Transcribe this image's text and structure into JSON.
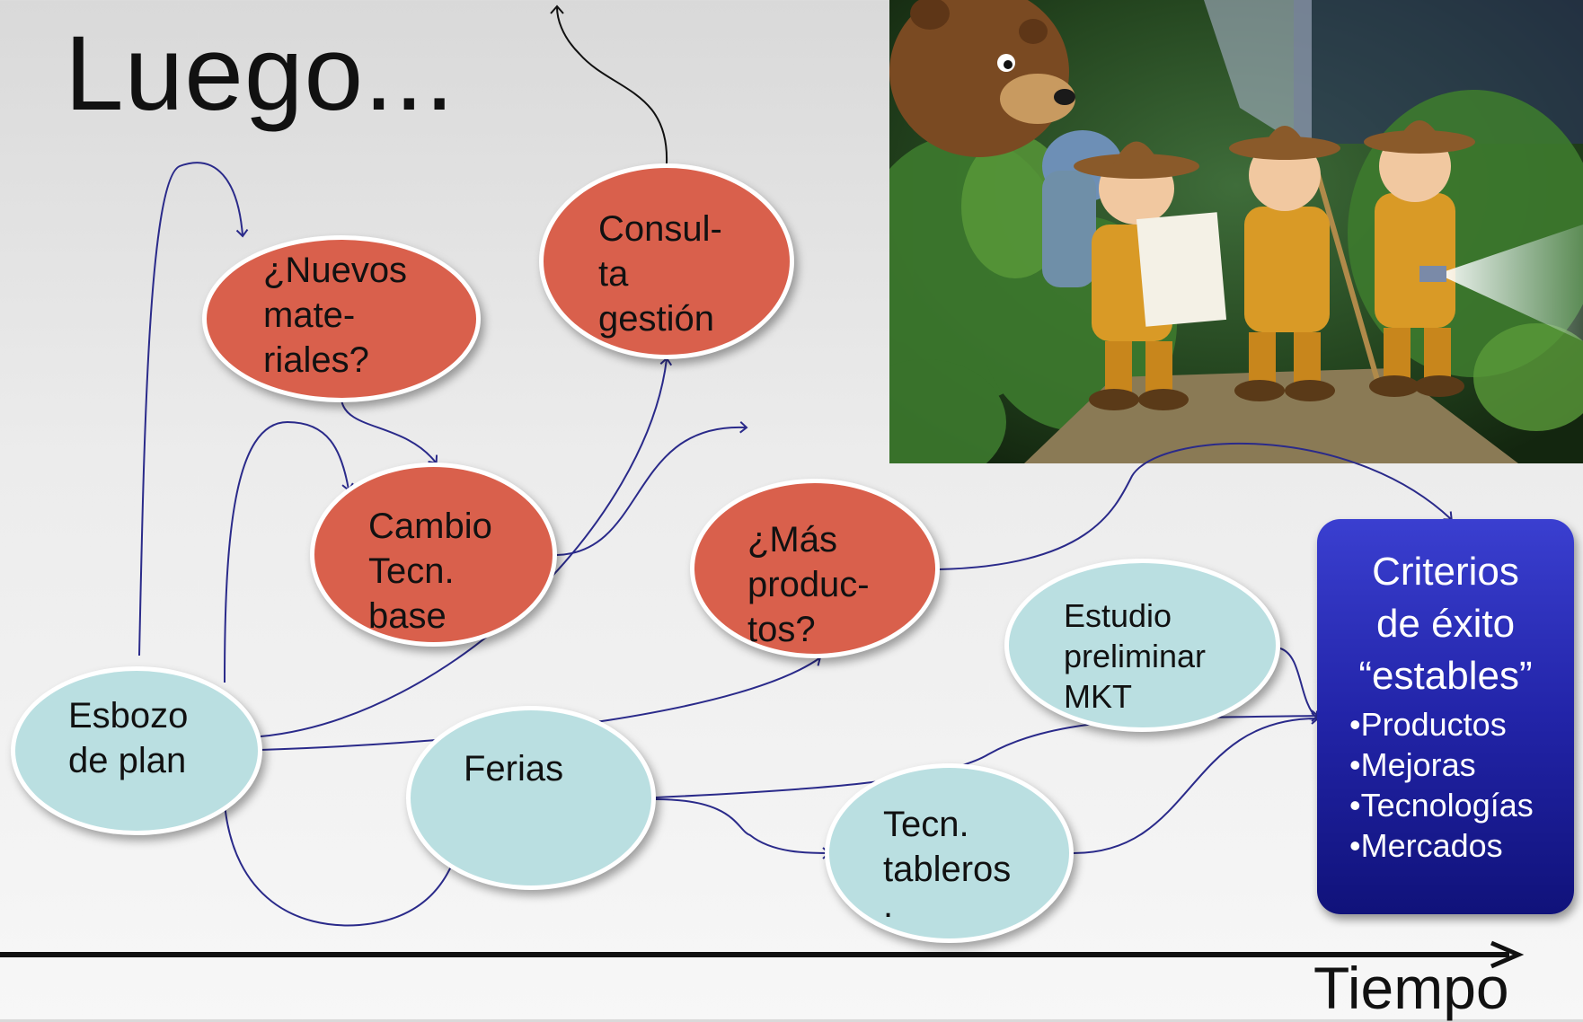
{
  "title": "Luego...",
  "nodes": {
    "nuevos_materiales": [
      "¿Nuevos",
      "mate-",
      "riales?"
    ],
    "consulta_gestion": [
      "Consul-",
      "ta",
      "gestión"
    ],
    "cambio_tecn_base": [
      "Cambio",
      "Tecn.",
      "base"
    ],
    "mas_productos": [
      "¿Más",
      "produc-",
      "tos?"
    ],
    "estudio_mkt": [
      "Estudio",
      "preliminar",
      "MKT"
    ],
    "esbozo_plan": [
      "Esbozo",
      "de plan"
    ],
    "ferias": [
      "Ferias"
    ],
    "tecn_tableros": [
      "Tecn.",
      "tableros",
      "."
    ]
  },
  "criteria": {
    "title": [
      "Criterios",
      "de éxito",
      "“estables”"
    ],
    "items": [
      "•Productos",
      "•Mejoras",
      "•Tecnologías",
      "•Mercados"
    ]
  },
  "axis_label": "Tiempo",
  "colors": {
    "red_node": "#d9604c",
    "teal_node": "#badfe1",
    "criteria_box": "#2224a8",
    "arrow": "#2a2a8a"
  }
}
